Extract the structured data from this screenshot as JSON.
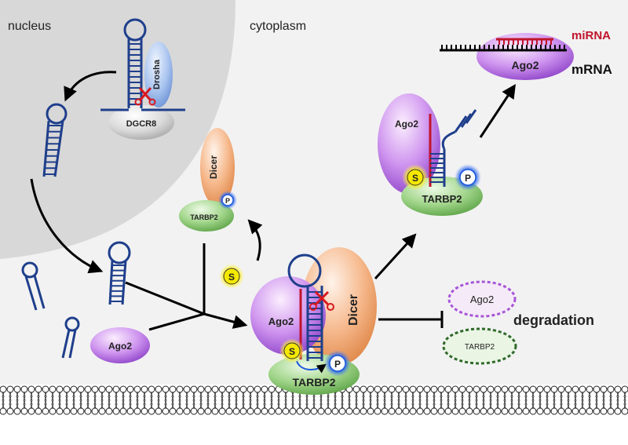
{
  "compartments": {
    "nucleus": "nucleus",
    "cytoplasm": "cytoplasm"
  },
  "proteins": {
    "drosha": "Drosha",
    "dgcr8": "DGCR8",
    "dicer": "Dicer",
    "ago2": "Ago2",
    "tarbp2": "TARBP2"
  },
  "modifications": {
    "sumo": "S",
    "phospho": "P"
  },
  "rna": {
    "mirna": "miRNA",
    "mrna": "mRNA"
  },
  "outcome": {
    "degradation": "degradation"
  },
  "colors": {
    "rna_blue": "#1f3f8c",
    "mirna_red": "#c0142b",
    "ago2_purple": "#b46ee6",
    "dicer_orange": "#f3a467",
    "tarbp2_green": "#7dc26a",
    "drosha_blue": "#8fb1e6",
    "dgcr8_grey": "#c8c8c8",
    "sumo_yellow": "#f1e400",
    "phospho_blue": "#1e5adf"
  }
}
